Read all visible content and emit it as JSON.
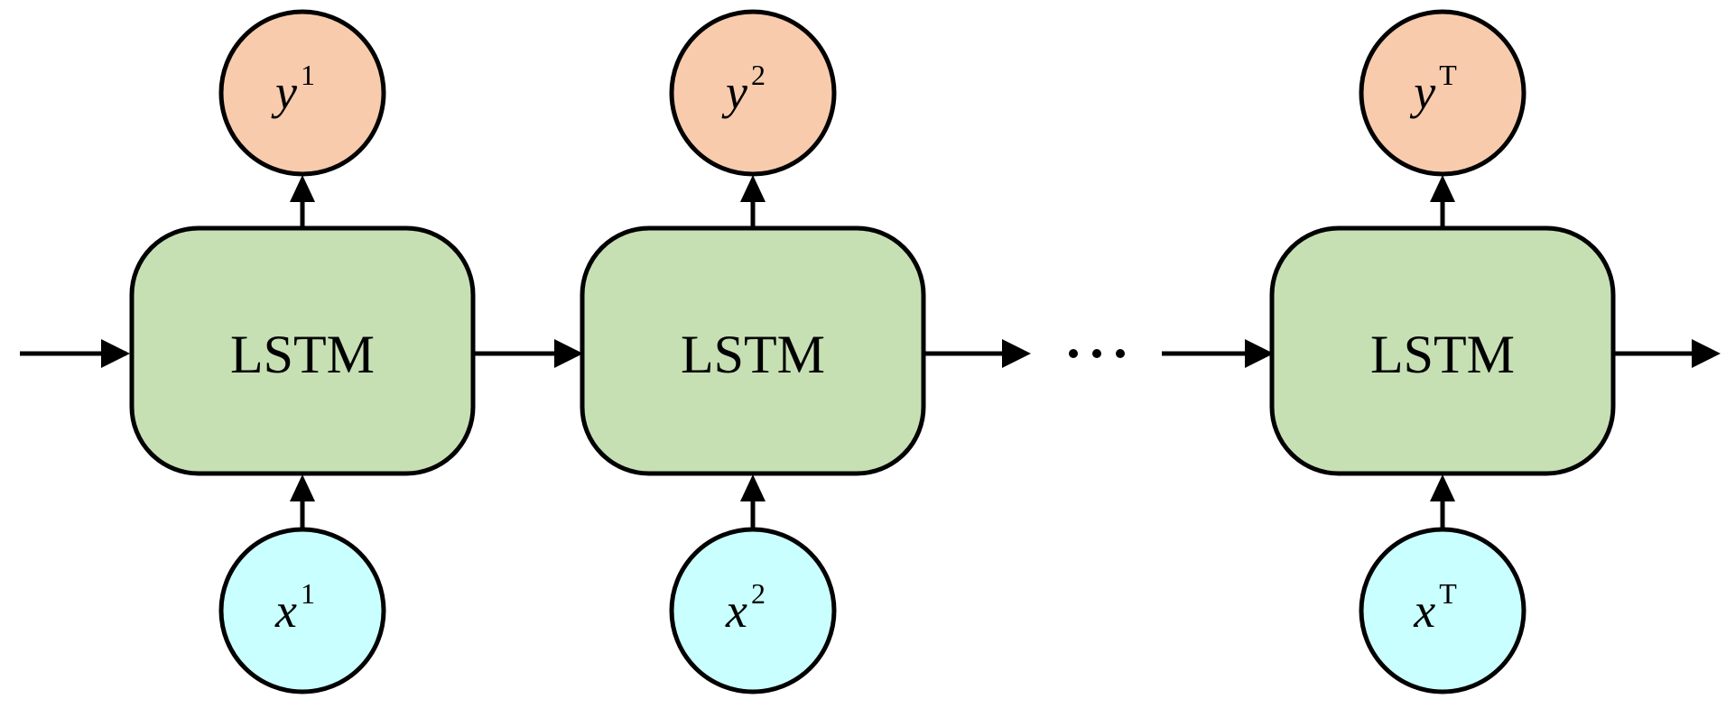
{
  "diagram": {
    "colors": {
      "cell_fill": "#c6e0b4",
      "output_fill": "#f8cbad",
      "input_fill": "#c9ffff",
      "stroke": "#000000"
    },
    "steps": [
      {
        "cell_label": "LSTM",
        "output": {
          "base": "y",
          "sup": "1"
        },
        "input": {
          "base": "x",
          "sup": "1"
        }
      },
      {
        "cell_label": "LSTM",
        "output": {
          "base": "y",
          "sup": "2"
        },
        "input": {
          "base": "x",
          "sup": "2"
        }
      },
      {
        "cell_label": "LSTM",
        "output": {
          "base": "y",
          "sup": "T"
        },
        "input": {
          "base": "x",
          "sup": "T"
        }
      }
    ],
    "ellipsis": "···"
  }
}
